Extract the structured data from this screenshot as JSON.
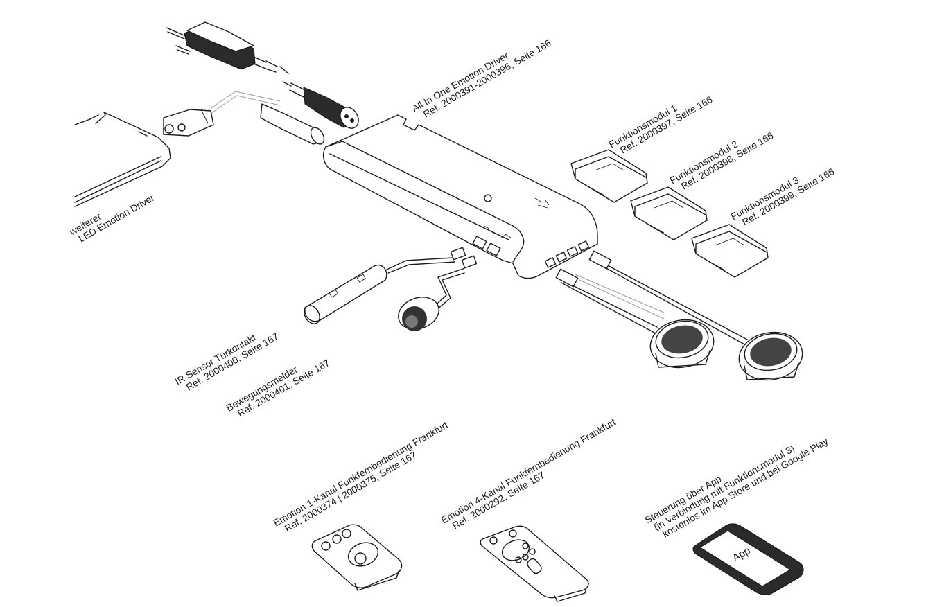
{
  "labels": {
    "driver_line1": "All In One Emotion Driver",
    "driver_line2": "Ref. 2000391-2000396, Seite 166",
    "fm1_line1": "Funktionsmodul 1",
    "fm1_line2": "Ref. 2000397, Seite 166",
    "fm2_line1": "Funktionsmodul 2",
    "fm2_line2": "Ref. 2000398, Seite 166",
    "fm3_line1": "Funktionsmodul 3",
    "fm3_line2": "Ref. 2000399, Seite 166",
    "further_line1": "weiterer",
    "further_line2": "LED Emotion Driver",
    "ir_line1": "IR Sensor Türkontakt",
    "ir_line2": "Ref. 2000400, Seite 167",
    "motion_line1": "Bewegungsmelder",
    "motion_line2": "Ref. 2000401, Seite 167",
    "remote1_line1": "Emotion 1-Kanal Funkfernbedienung Frankfurt",
    "remote1_line2": "Ref. 2000374 | 2000375, Seite 167",
    "remote4_line1": "Emotion 4-Kanal Funkfernbedienung Frankfurt",
    "remote4_line2": "Ref. 2000292, Seite 167",
    "app_line1": "Steuerung über App",
    "app_line2": "(in Verbindung mit Funktionsmodul 3)",
    "app_line3": "kostenlos im App Store und bei Google Play",
    "phone_screen": "App"
  },
  "colors": {
    "line": "#1a1a1a",
    "background": "#ffffff",
    "dark_fill": "#2b2b2b"
  },
  "icons": [
    "power-plug-icon",
    "led-spotlight-icon",
    "remote-control-icon",
    "smartphone-icon",
    "sensor-icon"
  ]
}
